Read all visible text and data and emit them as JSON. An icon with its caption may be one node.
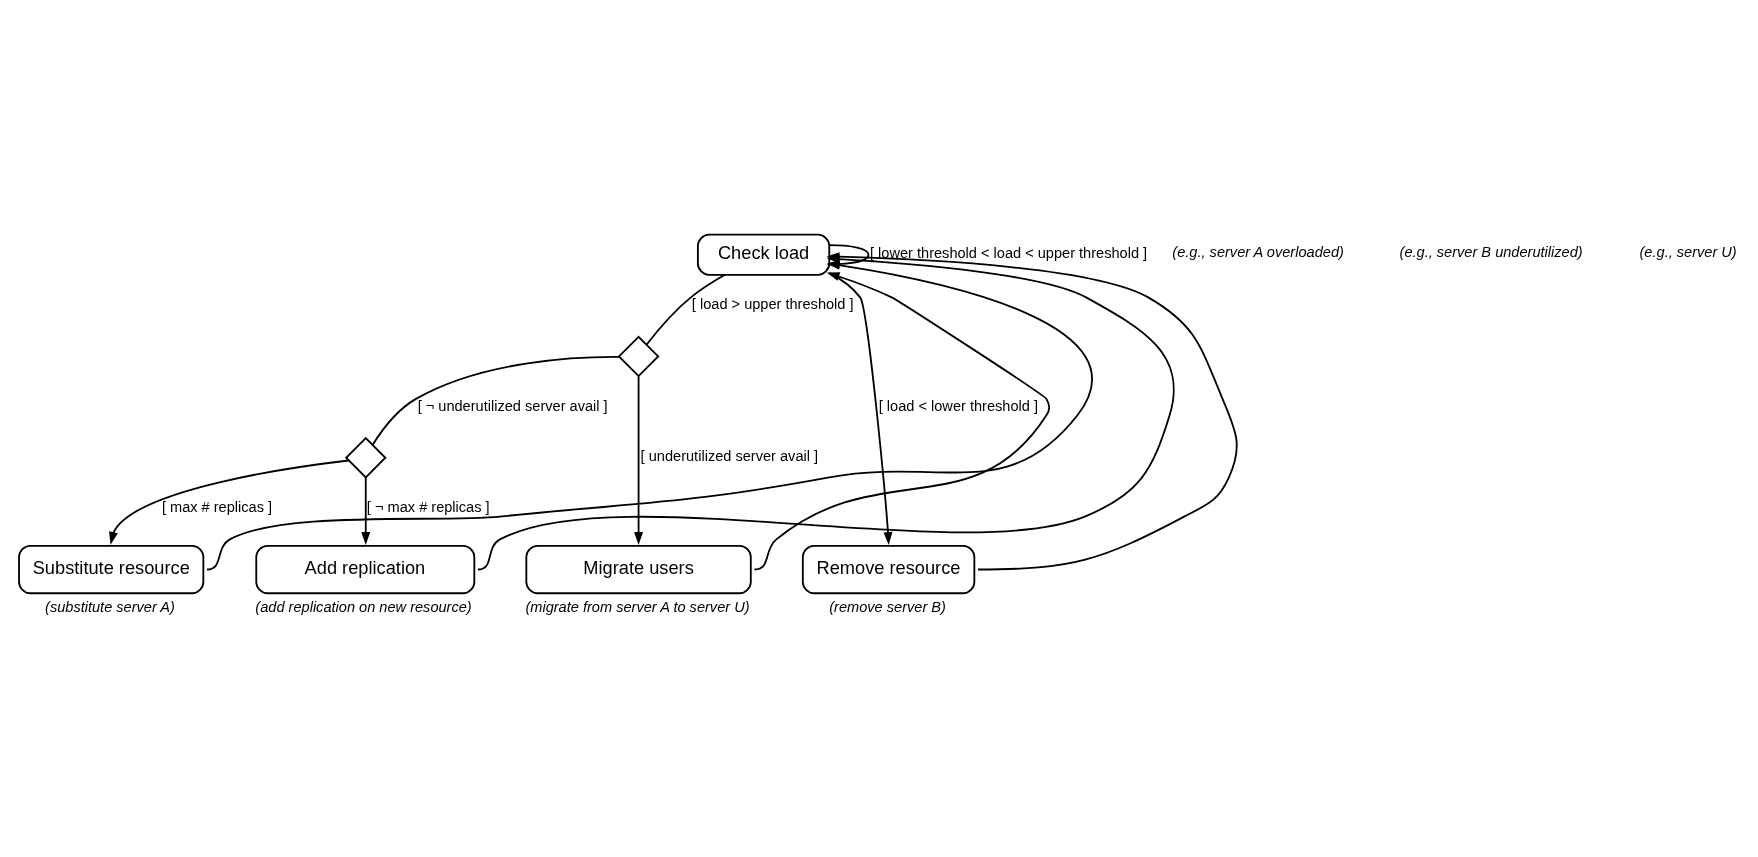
{
  "diagram": {
    "nodes": [
      {
        "text": [
          "Check load"
        ]
      },
      {
        "text": [],
        "shape": "diamond"
      },
      {
        "text": [],
        "shape": "diamond"
      },
      {
        "text": [
          "Migrate users"
        ],
        "beside": [
          "(migrate from server A to server U)"
        ]
      },
      {
        "text": [
          "Substitute resource"
        ],
        "beside": [
          "(substitute server A)"
        ]
      },
      {
        "text": [
          "Add replication"
        ],
        "beside": [
          "(add replication on new resource)"
        ]
      },
      {
        "text": [
          "Remove resource"
        ],
        "beside": [
          "(remove server B)"
        ]
      }
    ],
    "edges": [
      {
        "from": 0,
        "to": 0,
        "arrow": "to",
        "label": "[ lower threshold < load < upper threshold ]"
      },
      {
        "from": 0,
        "to": 1,
        "arrow": "none",
        "label": "[ load > upper threshold ]"
      },
      {
        "from": 0,
        "to": 6,
        "arrow": "to",
        "label": "[ load < lower threshold ]"
      },
      {
        "from": 1,
        "to": 3,
        "arrow": "to",
        "label": "[ underutilized server avail ]"
      },
      {
        "from": 1,
        "to": 2,
        "arrow": "none",
        "label": "[ ¬ underutilized server avail ]"
      },
      {
        "from": 2,
        "to": 4,
        "arrow": "to",
        "label": "[ max # replicas ]"
      },
      {
        "from": 2,
        "to": 5,
        "arrow": "to",
        "label": "[ ¬ max # replicas ]"
      },
      {
        "from": 3,
        "to": 0,
        "arrow": "to"
      },
      {
        "from": 4,
        "to": 0,
        "arrow": "to"
      },
      {
        "from": 5,
        "to": 0,
        "arrow": "to"
      },
      {
        "from": 6,
        "to": 0,
        "arrow": "to"
      }
    ],
    "labels": [
      "(e.g., server A overloaded)",
      "(e.g., server B underutilized)",
      "(e.g., server U)"
    ]
  }
}
